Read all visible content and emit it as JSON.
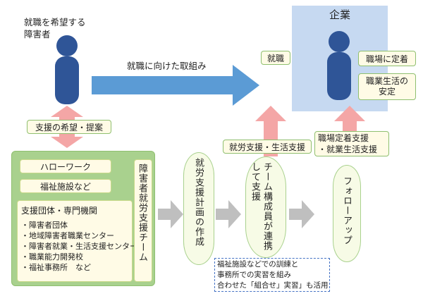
{
  "left_person": {
    "label": "就職を希望する\n障害者"
  },
  "company": {
    "title": "企業"
  },
  "arrow_main": {
    "label": "就職に向けた取組み"
  },
  "company_side": {
    "employment": "就職",
    "settle": "職場に定着",
    "stability": "職業生活の\n安定"
  },
  "support_request": "支援の希望・提案",
  "support_upward_1": "就労支援・生活支援",
  "support_upward_2": "職場定着支援\n・就業生活支援",
  "team": {
    "hello_work": "ハローワーク",
    "welfare": "福祉施設など",
    "org_title": "支援団体・専門機関",
    "orgs": [
      "・障害者団体",
      "・地域障害者職業センター",
      "・障害者就業・生活支援センター",
      "・職業能力開発校",
      "・福祉事務所　など"
    ],
    "vertical_label": "障害者就労支援チーム"
  },
  "ovals": {
    "plan": "就労支援計画の作成",
    "team_work": "チーム構成員が連携して支援",
    "follow_up": "フォローアップ"
  },
  "note": "福祉施設などでの訓練と\n事務所での実習を組み\n合わせた「組合せ」実習」も活用",
  "colors": {
    "person": "#2f5597",
    "company_bg": "#c6d9f1",
    "arrow_blue": "#5b9bd5",
    "arrow_pink": "#f4a6a6",
    "green": "#a9d18e",
    "gray_arrow": "#bfbfbf",
    "note_border": "#4472c4"
  }
}
